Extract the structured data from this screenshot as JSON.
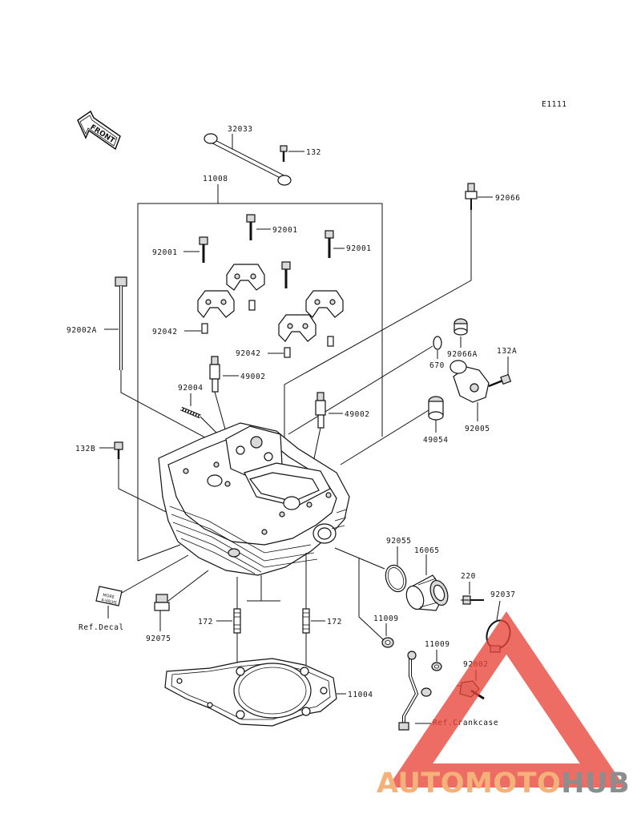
{
  "diagram_id": "E1111",
  "front_label": "FRONT",
  "decal_text": [
    "MORE",
    "4-VALVE"
  ],
  "callouts": {
    "p32033": "32033",
    "p132": "132",
    "p11008": "11008",
    "p92066": "92066",
    "p92001_a": "92001",
    "p92001_b": "92001",
    "p92001_c": "92001",
    "p92002A": "92002A",
    "p92042_a": "92042",
    "p92042_b": "92042",
    "p670": "670",
    "p92066A": "92066A",
    "p132A": "132A",
    "p49002_a": "49002",
    "p49002_b": "49002",
    "p92004": "92004",
    "p92005": "92005",
    "p49054": "49054",
    "p132B": "132B",
    "p92055": "92055",
    "p16065": "16065",
    "p220": "220",
    "p92037": "92037",
    "p11009_a": "11009",
    "p11009_b": "11009",
    "p92002": "92002",
    "p172_a": "172",
    "p172_b": "172",
    "p11004": "11004",
    "ref_decal": "Ref.Decal",
    "p92075": "92075",
    "ref_crankcase": "Ref.Crankcase"
  },
  "watermark": {
    "part1": "AUTOMOTO",
    "part2": "HUB",
    "color1": "#f4b27a",
    "color2": "#8d8d8d",
    "triangle_color": "#e8443a"
  }
}
